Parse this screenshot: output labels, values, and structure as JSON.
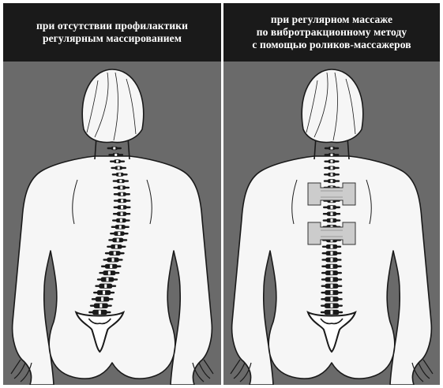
{
  "panels": [
    {
      "id": "without-prevention",
      "caption": "при отсутствии профилактики\nрегулярным массированием",
      "spine": "curved",
      "rollers": false
    },
    {
      "id": "with-massage",
      "caption": "при регулярном массаже\nпо вибротракционному методу\nс помощью роликов-массажеров",
      "spine": "straight",
      "rollers": true
    }
  ],
  "colors": {
    "panel_bg": "#6a6a6a",
    "header_bg": "#1a1a1a",
    "header_text": "#ffffff",
    "body_fill": "#f6f6f6",
    "outline": "#1a1a1a",
    "roller_fill": "#cccccc"
  }
}
